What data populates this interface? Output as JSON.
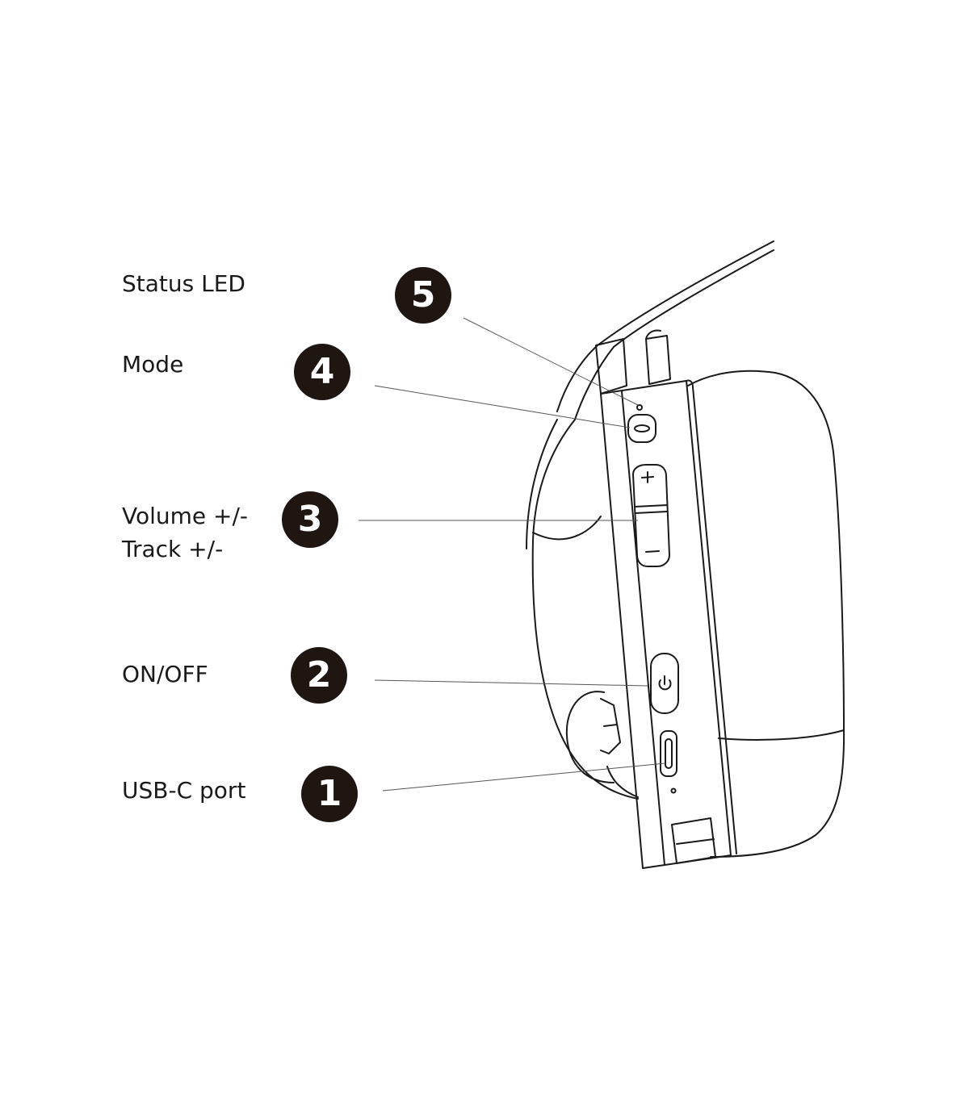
{
  "diagram": {
    "callouts": [
      {
        "number": "5",
        "label": "Status LED",
        "target": "status-led"
      },
      {
        "number": "4",
        "label": "Mode",
        "target": "mode-button"
      },
      {
        "number": "3",
        "label": "Volume +/-",
        "label_line2": "Track +/-",
        "target": "volume-rocker"
      },
      {
        "number": "2",
        "label": "ON/OFF",
        "target": "power-button"
      },
      {
        "number": "1",
        "label": "USB-C port",
        "target": "usb-c-port"
      }
    ],
    "device": "headphone-ear-cup",
    "colors": {
      "line": "#1a1a1a",
      "badge": "#1f1612",
      "background": "#ffffff"
    }
  }
}
